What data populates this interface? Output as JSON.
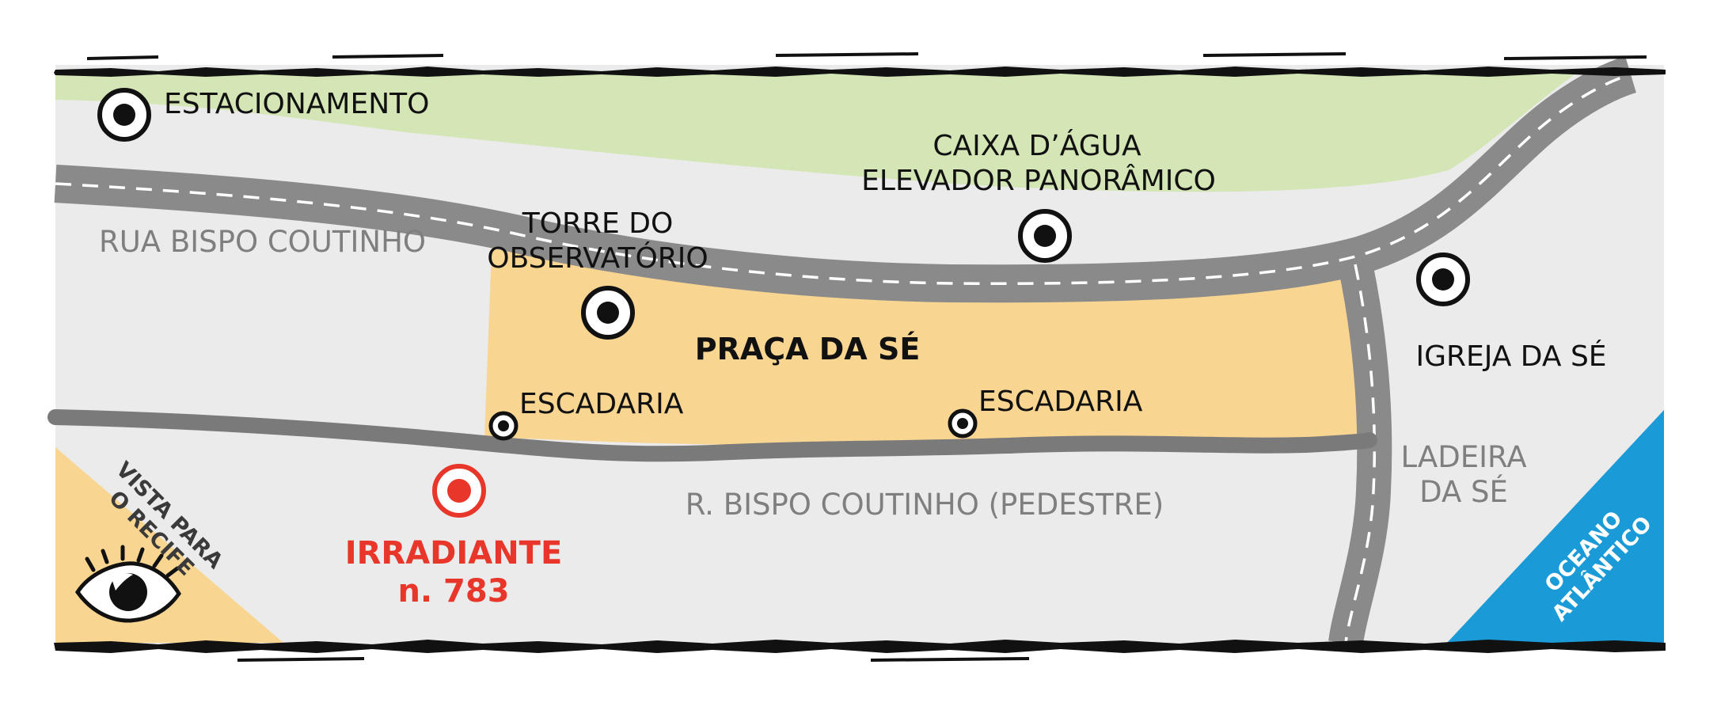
{
  "map": {
    "places": {
      "estacionamento": "ESTACIONAMENTO",
      "caixa_dagua": "CAIXA D’ÁGUA",
      "elevador": "ELEVADOR PANORÂMICO",
      "torre_line1": "TORRE DO",
      "torre_line2": "OBSERVATÓRIO",
      "praca": "PRAÇA DA SÉ",
      "igreja": "IGREJA DA SÉ",
      "escadaria_west": "ESCADARIA",
      "escadaria_east": "ESCADARIA",
      "irradiante_line1": "IRRADIANTE",
      "irradiante_line2": "n. 783"
    },
    "streets": {
      "rua_bispo": "RUA BISPO COUTINHO",
      "r_bispo_pedestre": "R. BISPO COUTINHO (PEDESTRE)",
      "ladeira_line1": "LADEIRA",
      "ladeira_line2": "DA SÉ"
    },
    "areas": {
      "vista_line1": "VISTA PARA",
      "vista_line2": "O RECIFE",
      "oceano_line1": "OCEANO",
      "oceano_line2": "ATLÂNTICO"
    },
    "colors": {
      "background": "#ebebeb",
      "park": "#d4e6b5",
      "plaza": "#f9d592",
      "road": "#8a8a8a",
      "ocean": "#1a9ad6",
      "highlight": "#e8372a"
    }
  }
}
